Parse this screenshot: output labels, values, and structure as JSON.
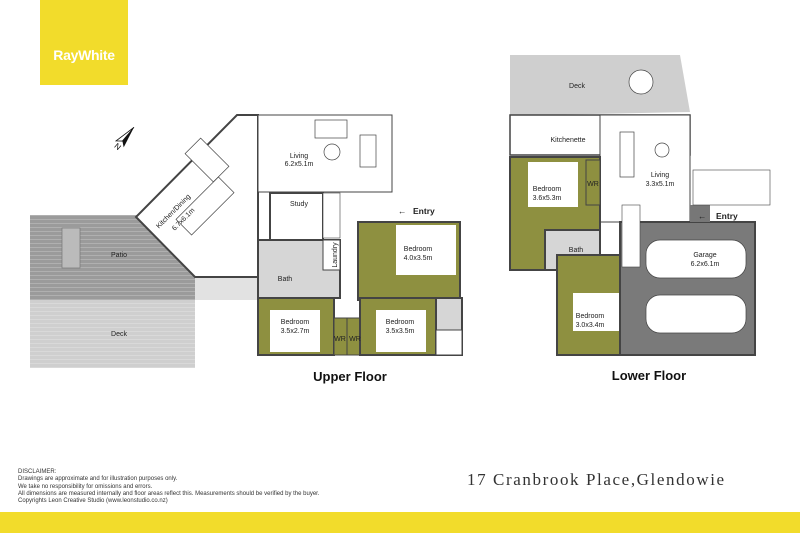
{
  "brand": {
    "logo_text": "RayWhite",
    "color": "#f2dc2b"
  },
  "address": "17 Cranbrook Place,Glendowie",
  "disclaimer": {
    "heading": "DISCLAIMER:",
    "lines": [
      "Drawings are approximate and for illustration purposes only.",
      "We take no responsibility for omissions and errors.",
      "All dimensions are measured internally and floor areas reflect this. Measurements should be verified by the buyer.",
      "Copyrights Leon Creative Studio (www.leonstudio.co.nz)"
    ]
  },
  "colors": {
    "bedroom": "#8e9040",
    "wet_area": "#d6d6d6",
    "patio": "#9b9b9b",
    "deck": "#cfcfcf",
    "garage": "#7a7a7a"
  },
  "upper_floor": {
    "title": "Upper Floor",
    "entry": "Entry",
    "rooms": {
      "kitchen": {
        "name": "Kitchen/Dining",
        "size": "6.7x6.1m"
      },
      "living": {
        "name": "Living",
        "size": "6.2x5.1m"
      },
      "study": {
        "name": "Study"
      },
      "bath": {
        "name": "Bath"
      },
      "laundry": {
        "name": "Laundry"
      },
      "patio": {
        "name": "Patio"
      },
      "deck": {
        "name": "Deck"
      },
      "bed1": {
        "name": "Bedroom",
        "size": "4.0x3.5m"
      },
      "bed2": {
        "name": "Bedroom",
        "size": "3.5x2.7m"
      },
      "bed3": {
        "name": "Bedroom",
        "size": "3.5x3.5m"
      },
      "wr1": {
        "name": "WR"
      },
      "wr2": {
        "name": "WR"
      }
    }
  },
  "lower_floor": {
    "title": "Lower Floor",
    "entry": "Entry",
    "rooms": {
      "deck": {
        "name": "Deck"
      },
      "kitchenette": {
        "name": "Kitchenette"
      },
      "living": {
        "name": "Living",
        "size": "3.3x5.1m"
      },
      "bed1": {
        "name": "Bedroom",
        "size": "3.6x5.3m"
      },
      "wr": {
        "name": "WR"
      },
      "bath": {
        "name": "Bath"
      },
      "bed2": {
        "name": "Bedroom",
        "size": "3.0x3.4m"
      },
      "garage": {
        "name": "Garage",
        "size": "6.2x6.1m"
      }
    }
  }
}
